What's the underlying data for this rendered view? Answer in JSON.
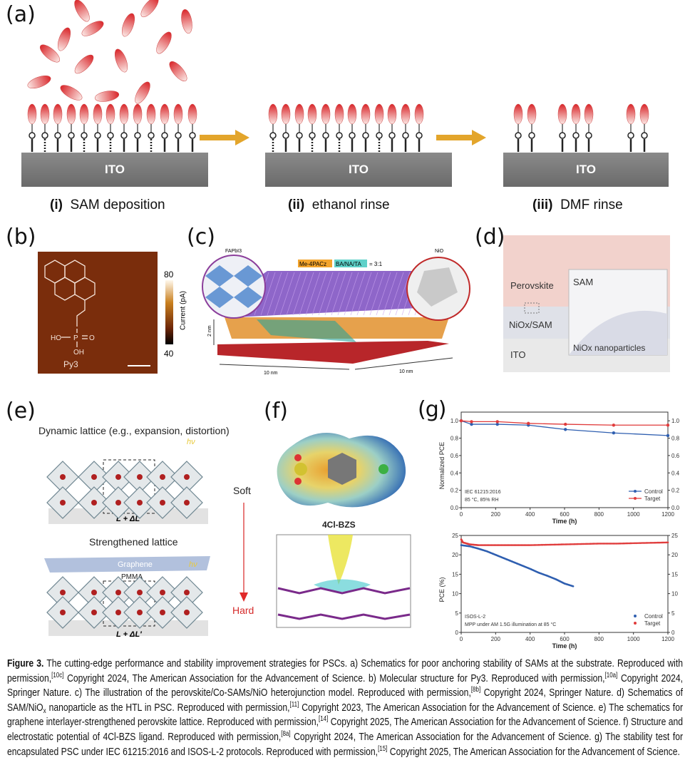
{
  "panels": {
    "a": {
      "label": "(a)",
      "substrate": "ITO",
      "steps": [
        {
          "num": "(i)",
          "text": "SAM deposition"
        },
        {
          "num": "(ii)",
          "text": "ethanol rinse"
        },
        {
          "num": "(iii)",
          "text": "DMF rinse"
        }
      ]
    },
    "b": {
      "label": "(b)",
      "molecule": "Py3",
      "group_left": "HO",
      "group_p": "P",
      "group_o": "O",
      "group_oh": "OH",
      "colorbar_max": "80",
      "colorbar_min": "40",
      "colorbar_label": "Current (pA)"
    },
    "c": {
      "label": "(c)",
      "left_inset": "FAPbI3",
      "right_inset": "NiO",
      "ratio_a": "Me-4PACz",
      "ratio_b": "BA/NA/TA",
      "ratio_value": "= 3:1",
      "height_label": "2 nm",
      "width_left": "10 nm",
      "width_right": "10 nm"
    },
    "d": {
      "label": "(d)",
      "perovskite": "Perovskite",
      "sam": "SAM",
      "niox_sam": "NiOx/SAM",
      "ito": "ITO",
      "nanoparticles": "NiOx nanoparticles"
    },
    "e": {
      "label": "(e)",
      "top_title": "Dynamic lattice (e.g., expansion, distortion)",
      "top_dim": "L + ΔL",
      "bottom_title": "Strengthened lattice",
      "graphene": "Graphene",
      "pmma": "PMMA",
      "bottom_dim": "L + ΔL′",
      "hv": "hν",
      "soft": "Soft",
      "hard": "Hard"
    },
    "f": {
      "label": "(f)",
      "ligand": "4Cl-BZS"
    },
    "g": {
      "label": "(g)"
    }
  },
  "chart_data": [
    {
      "type": "line",
      "xlabel": "Time (h)",
      "ylabel": "Normalized PCE",
      "xlim": [
        0,
        1200
      ],
      "ylim": [
        0,
        1.1
      ],
      "xticks": [
        "0",
        "200",
        "400",
        "600",
        "800",
        "1000",
        "1200"
      ],
      "yticks": [
        "0.0",
        "0.2",
        "0.4",
        "0.6",
        "0.8",
        "1.0"
      ],
      "annotation": [
        "IEC 61215:2016",
        "85 °C, 85% RH"
      ],
      "legend": "bottom-right",
      "series": [
        {
          "name": "Control",
          "color": "#2f5fb0",
          "x": [
            0,
            60,
            210,
            390,
            605,
            885,
            1200
          ],
          "y": [
            1.0,
            0.96,
            0.96,
            0.95,
            0.9,
            0.86,
            0.83
          ]
        },
        {
          "name": "Target",
          "color": "#e03b3b",
          "x": [
            0,
            60,
            210,
            390,
            605,
            885,
            1200
          ],
          "y": [
            1.0,
            0.99,
            0.99,
            0.97,
            0.96,
            0.95,
            0.95
          ]
        }
      ]
    },
    {
      "type": "scatter",
      "xlabel": "Time (h)",
      "ylabel": "PCE (%)",
      "xlim": [
        0,
        1200
      ],
      "ylim": [
        0,
        25
      ],
      "xticks": [
        "0",
        "200",
        "400",
        "600",
        "800",
        "1000",
        "1200"
      ],
      "yticks": [
        "0",
        "5",
        "10",
        "15",
        "20",
        "25"
      ],
      "annotation": [
        "ISOS-L-2",
        "MPP under AM 1.5G illumination at 85 °C"
      ],
      "legend": "bottom-right",
      "series": [
        {
          "name": "Control",
          "color": "#2f5fb0",
          "x": [
            0,
            50,
            100,
            150,
            200,
            250,
            300,
            350,
            400,
            450,
            500,
            550,
            600,
            650
          ],
          "y": [
            22.5,
            22.2,
            21.6,
            20.9,
            20.0,
            19.1,
            18.2,
            17.3,
            16.4,
            15.4,
            14.6,
            13.7,
            12.6,
            11.9
          ]
        },
        {
          "name": "Target",
          "color": "#e03b3b",
          "x": [
            0,
            10,
            50,
            100,
            200,
            300,
            400,
            500,
            600,
            700,
            800,
            900,
            1000,
            1100,
            1200
          ],
          "y": [
            24.0,
            23.2,
            22.7,
            22.5,
            22.5,
            22.5,
            22.5,
            22.6,
            22.7,
            22.8,
            22.9,
            22.9,
            23.0,
            23.1,
            23.2
          ]
        }
      ]
    }
  ],
  "caption": [
    {
      "t": "b",
      "v": "Figure 3."
    },
    {
      "t": "n",
      "v": "  The cutting-edge performance and stability improvement strategies for PSCs. a) Schematics for poor anchoring stability of SAMs at the substrate. Reproduced with permission,"
    },
    {
      "t": "sup",
      "v": "[10c]"
    },
    {
      "t": "n",
      "v": " Copyright 2024, The American Association for the Advancement of Science. b) Molecular structure for Py3. Reproduced with permission,"
    },
    {
      "t": "sup",
      "v": "[10a]"
    },
    {
      "t": "n",
      "v": " Copyright 2024, Springer Nature. c) The illustration of the perovskite/Co-SAMs/NiO heterojunction model. Reproduced with permission,"
    },
    {
      "t": "sup",
      "v": "[8b]"
    },
    {
      "t": "n",
      "v": " Copyright 2024, Springer Nature. d) Schematics of SAM/NiO"
    },
    {
      "t": "sub",
      "v": "x"
    },
    {
      "t": "n",
      "v": " nanoparticle as the HTL in PSC. Reproduced with permission,"
    },
    {
      "t": "sup",
      "v": "[11]"
    },
    {
      "t": "n",
      "v": " Copyright 2023, The American Association for the Advancement of Science. e) The schematics for graphene interlayer-strengthened perovskite lattice. Reproduced with permission,"
    },
    {
      "t": "sup",
      "v": "[14]"
    },
    {
      "t": "n",
      "v": " Copyright 2025, The American Association for the Advancement of Science. f) Structure and electrostatic potential of 4Cl-BZS ligand. Reproduced with permission,"
    },
    {
      "t": "sup",
      "v": "[8a]"
    },
    {
      "t": "n",
      "v": " Copyright 2024, The American Association for the Advancement of Science. g) The stability test for encapsulated PSC under IEC 61215:2016 and ISOS-L-2 protocols. Reproduced with permission,"
    },
    {
      "t": "sup",
      "v": "[15]"
    },
    {
      "t": "n",
      "v": " Copyright 2025, The American Association for the Advancement of Science."
    }
  ]
}
